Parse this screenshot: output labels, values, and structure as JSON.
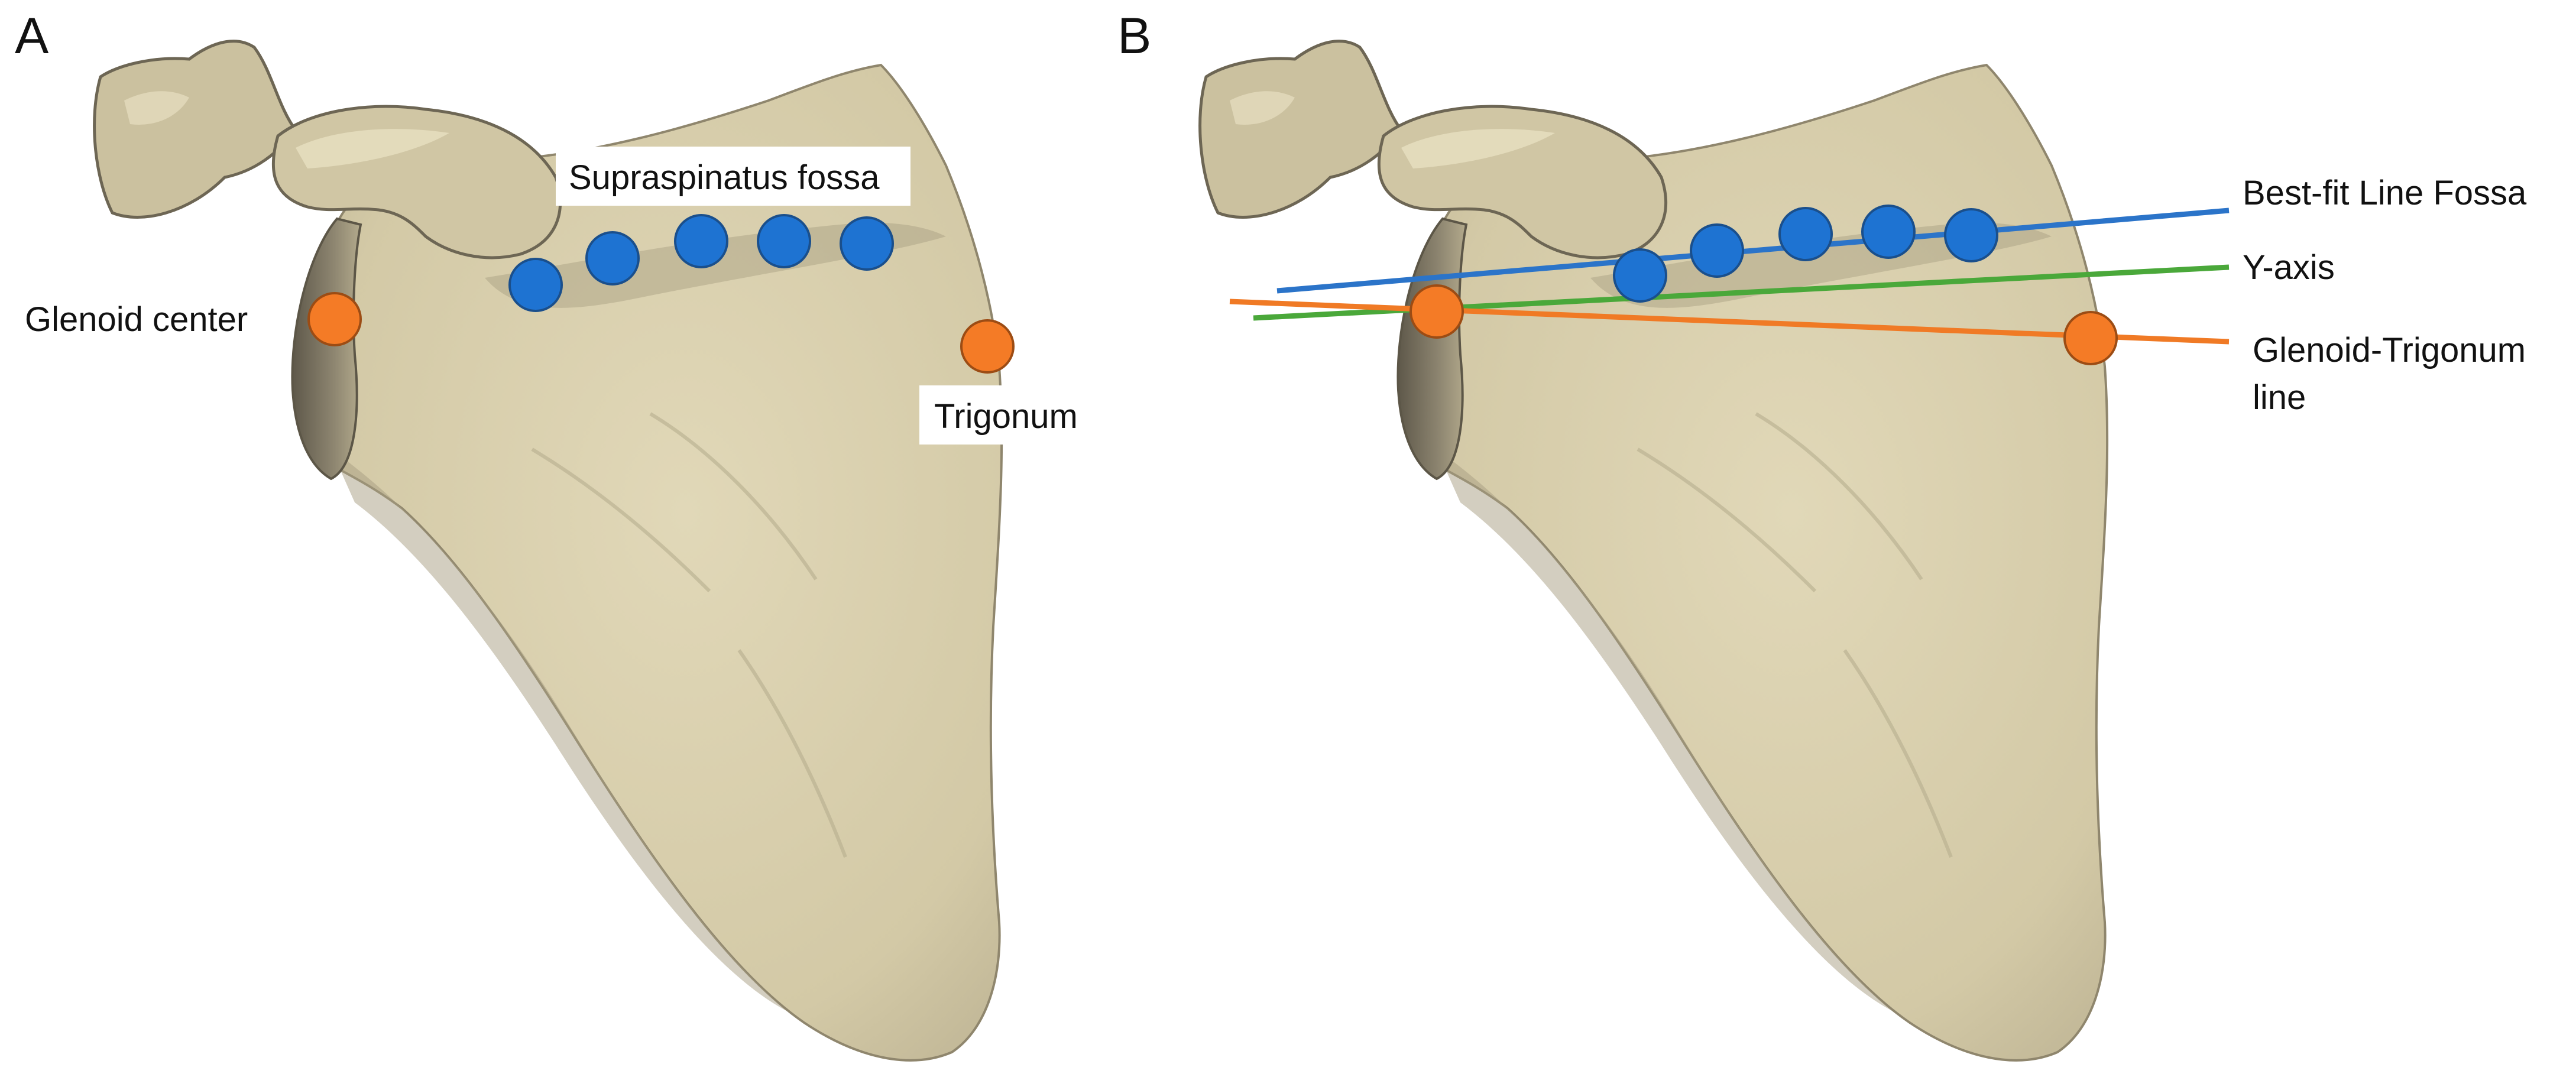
{
  "colors": {
    "bone": "#d6ccaa",
    "bone_shadow": "#9c9279",
    "bone_dark": "#6f6856",
    "landmark_blue": "#1e73d2",
    "landmark_orange": "#f47b26",
    "line_blue": "#2b74c9",
    "line_green": "#4aa83a",
    "line_orange": "#f07a25",
    "label_box": "#ffffff",
    "text": "#111111"
  },
  "panels": [
    {
      "letter": "A",
      "labels": {
        "fossa": "Supraspinatus fossa",
        "glenoid": "Glenoid center",
        "trigonum": "Trigonum"
      },
      "landmarks": {
        "fossa_points": 5,
        "orange_points": 2
      }
    },
    {
      "letter": "B",
      "labels": {
        "best_fit": "Best-fit Line Fossa",
        "y_axis": "Y-axis",
        "glenoid_trigonum_1": "Glenoid-Trigonum",
        "glenoid_trigonum_2": "line"
      },
      "landmarks": {
        "fossa_points": 5,
        "orange_points": 2
      }
    }
  ]
}
